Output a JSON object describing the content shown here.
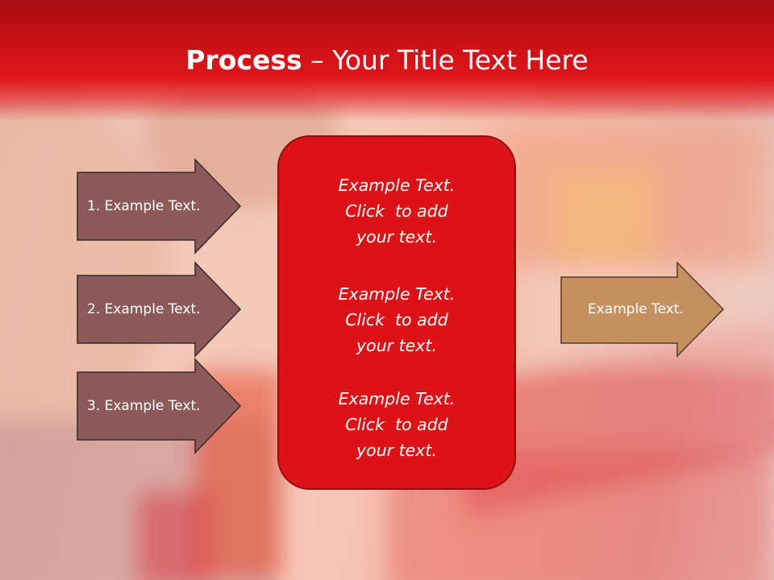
{
  "slide": {
    "title_bold": "Process",
    "title_rest": " – Your Title Text Here",
    "left_arrows": [
      {
        "label": "1. Example Text."
      },
      {
        "label": "2. Example Text."
      },
      {
        "label": "3. Example Text."
      }
    ],
    "center_box": {
      "blocks": [
        {
          "lines": [
            "Example Text.",
            "Click  to add",
            "your text."
          ]
        },
        {
          "lines": [
            "Example Text.",
            "Click  to add",
            "your text."
          ]
        },
        {
          "lines": [
            "Example Text.",
            "Click  to add",
            "your text."
          ]
        }
      ]
    },
    "right_arrow": {
      "label": "Example Text."
    }
  },
  "colors": {
    "title_bar": "#c81015",
    "left_arrow_fill": "#8b5a59",
    "left_arrow_stroke": "#3a2a2a",
    "center_box_fill": "#dd1216",
    "right_arrow_fill": "#c49060",
    "right_arrow_stroke": "#5a3c22"
  }
}
